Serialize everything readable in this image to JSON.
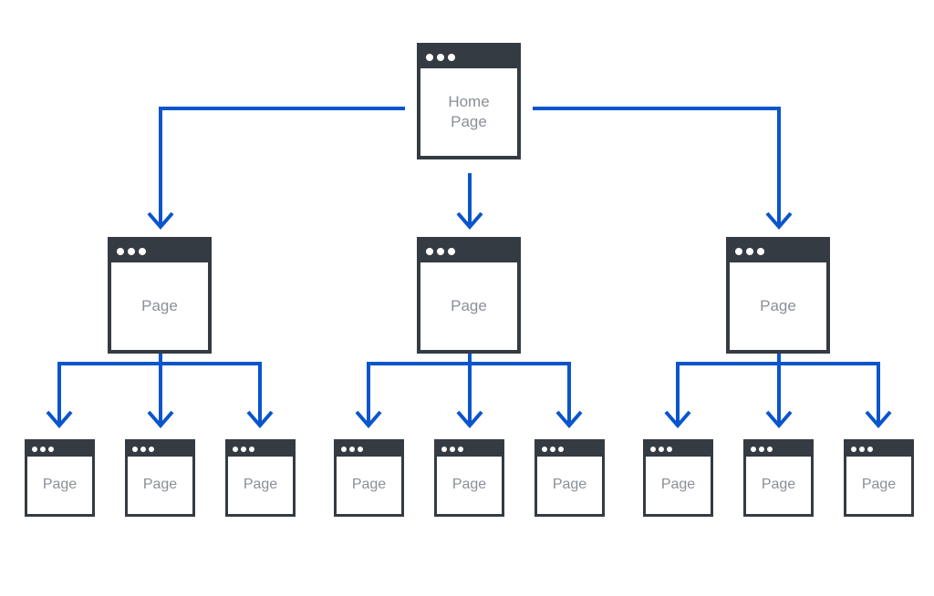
{
  "colors": {
    "connector": "#0a55cc",
    "frame": "#353b42",
    "text": "#8a8f96",
    "background": "#ffffff"
  },
  "icons": {
    "window_controls": "three-dots-icon"
  },
  "home": {
    "line1": "Home",
    "line2": "Page"
  },
  "level1": [
    {
      "label": "Page"
    },
    {
      "label": "Page"
    },
    {
      "label": "Page"
    }
  ],
  "level2": [
    {
      "label": "Page"
    },
    {
      "label": "Page"
    },
    {
      "label": "Page"
    },
    {
      "label": "Page"
    },
    {
      "label": "Page"
    },
    {
      "label": "Page"
    },
    {
      "label": "Page"
    },
    {
      "label": "Page"
    },
    {
      "label": "Page"
    }
  ]
}
